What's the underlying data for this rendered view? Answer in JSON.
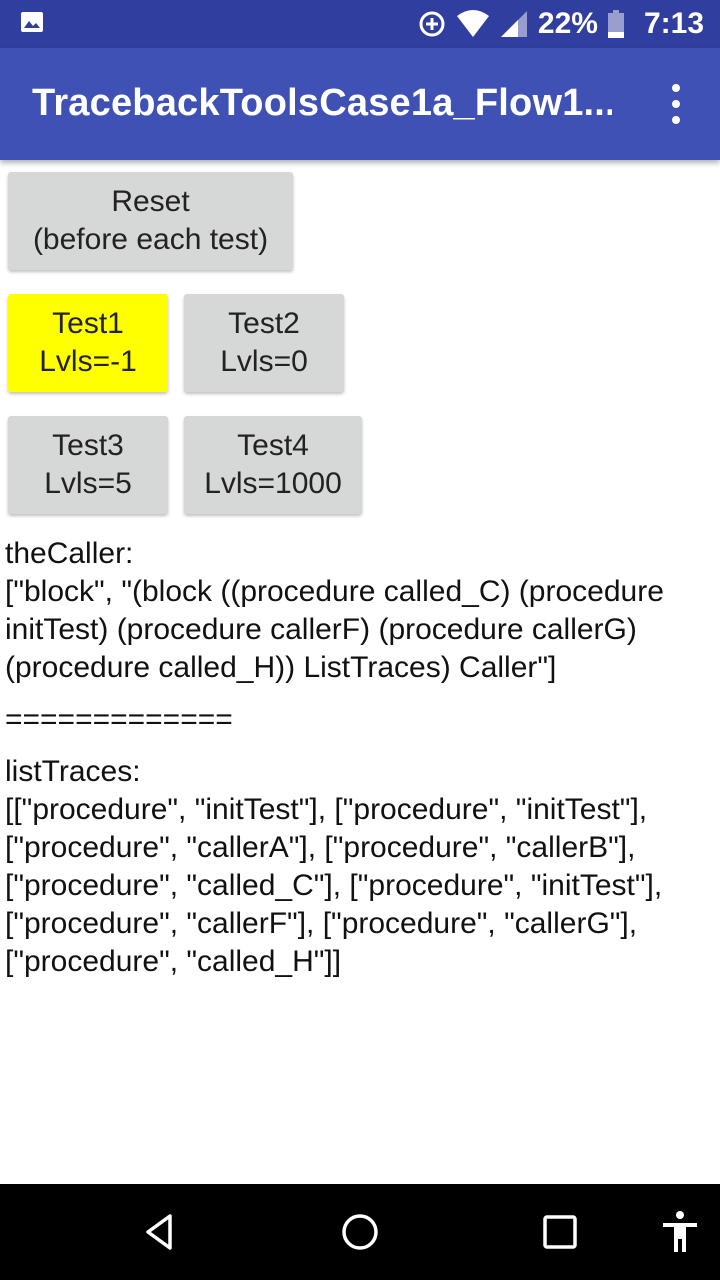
{
  "status_bar": {
    "battery": "22%",
    "time": "7:13",
    "icons": [
      "image-icon",
      "data-saver-icon",
      "wifi-icon",
      "signal-icon",
      "battery-icon"
    ]
  },
  "app_bar": {
    "title": "TracebackToolsCase1a_Flow1...",
    "menu_icon": "more-vert-icon"
  },
  "buttons": {
    "reset": {
      "line1": "Reset",
      "line2": "(before each test)"
    },
    "test1": {
      "line1": "Test1",
      "line2": "Lvls=-1"
    },
    "test2": {
      "line1": "Test2",
      "line2": "Lvls=0"
    },
    "test3": {
      "line1": "Test3",
      "line2": "Lvls=5"
    },
    "test4": {
      "line1": "Test4",
      "line2": "Lvls=1000"
    }
  },
  "colors": {
    "status_bar": "#303f9f",
    "app_bar": "#3f51b5",
    "button": "#d6d7d7",
    "highlight_button": "#ffff00"
  },
  "output": {
    "caller_label": "theCaller:",
    "caller_text": "[\"block\", \"(block ((procedure called_C) (procedure initTest) (procedure callerF) (procedure callerG) (procedure called_H)) ListTraces) Caller\"]",
    "separator": "=============",
    "traces_label": "listTraces:",
    "traces_text": "[[\"procedure\", \"initTest\"], [\"procedure\", \"initTest\"], [\"procedure\", \"callerA\"], [\"procedure\", \"callerB\"], [\"procedure\", \"called_C\"], [\"procedure\", \"initTest\"], [\"procedure\", \"callerF\"], [\"procedure\", \"callerG\"], [\"procedure\", \"called_H\"]]"
  },
  "nav_bar": {
    "icons": [
      "back-icon",
      "home-icon",
      "recents-icon",
      "accessibility-icon"
    ]
  }
}
